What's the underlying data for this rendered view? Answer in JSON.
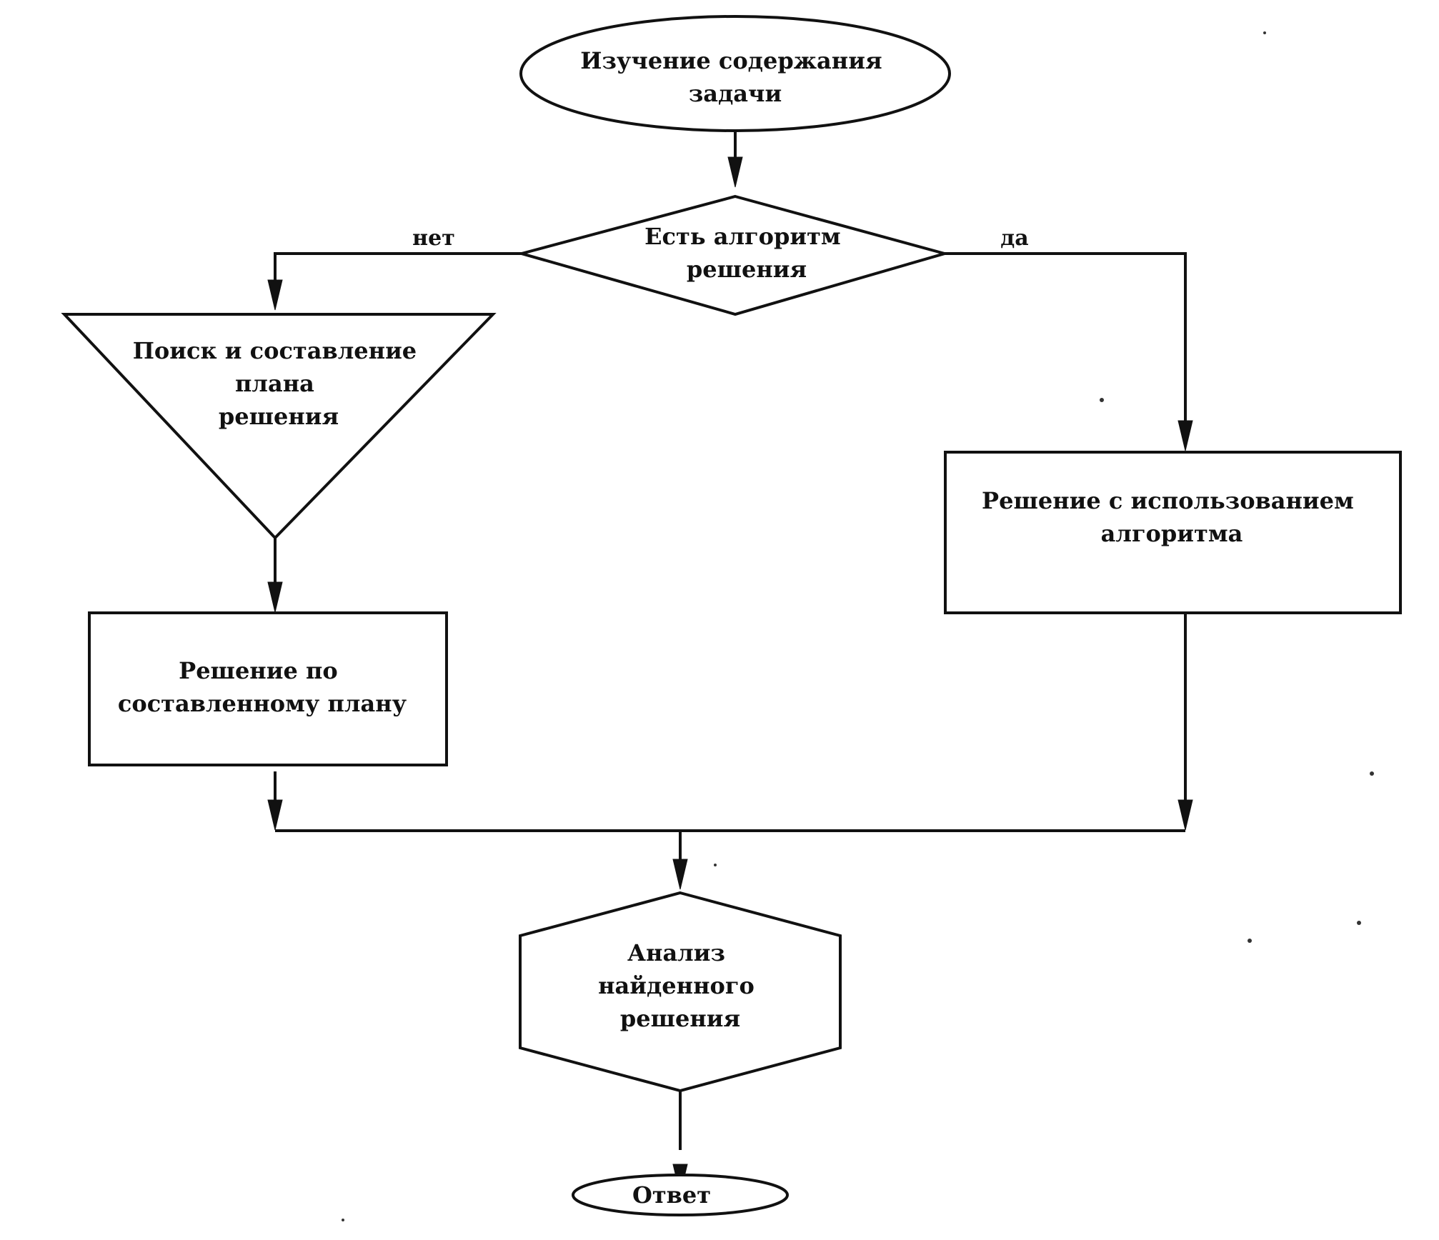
{
  "nodes": {
    "start": {
      "lines": [
        "Изучение содержания",
        "задачи"
      ]
    },
    "decision": {
      "lines": [
        "Есть алгоритм",
        "решения"
      ]
    },
    "search": {
      "lines": [
        "Поиск и составление",
        "плана",
        "решения"
      ]
    },
    "plan_solution": {
      "lines": [
        "Решение по",
        "составленному плану"
      ]
    },
    "algo_solution": {
      "lines": [
        "Решение с использованием",
        "алгоритма"
      ]
    },
    "analysis": {
      "lines": [
        "Анализ",
        "найденного",
        "решения"
      ]
    },
    "answer": {
      "lines": [
        "Ответ"
      ]
    }
  },
  "branches": {
    "no": "нет",
    "yes": "да"
  }
}
